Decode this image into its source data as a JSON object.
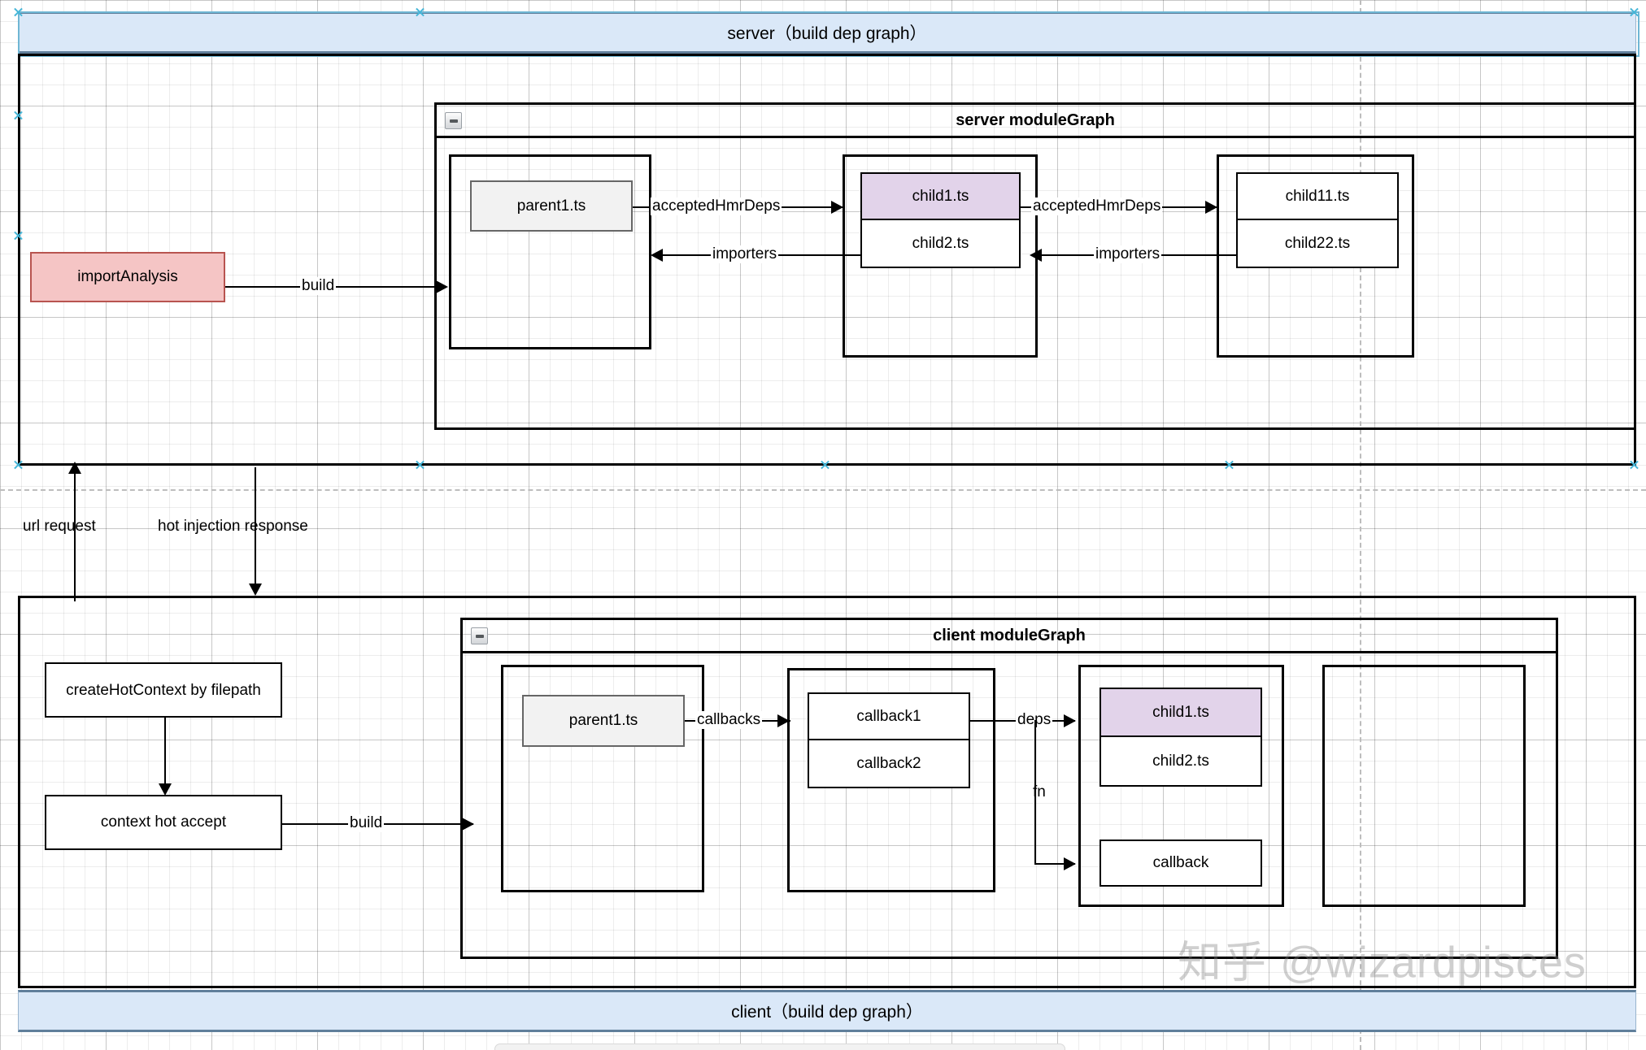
{
  "diagram": {
    "title_bands": {
      "server": "server（build dep graph）",
      "client": "client（build dep graph）"
    },
    "containers": {
      "server_module_graph": "server moduleGraph",
      "client_module_graph": "client moduleGraph"
    },
    "server_section": {
      "import_analysis": "importAnalysis",
      "build_label": "build",
      "parent_node": "parent1.ts",
      "accepted_hmr_deps_1": "acceptedHmrDeps",
      "importers_1": "importers",
      "child_stack_1": [
        "child1.ts",
        "child2.ts"
      ],
      "accepted_hmr_deps_2": "acceptedHmrDeps",
      "importers_2": "importers",
      "child_stack_2": [
        "child11.ts",
        "child22.ts"
      ]
    },
    "middle_labels": {
      "url_request": "url request",
      "hot_injection_response": "hot injection response"
    },
    "client_section": {
      "create_hot_context": "createHotContext by filepath",
      "context_hot_accept": "context hot accept",
      "build_label": "build",
      "parent_node": "parent1.ts",
      "callbacks_label": "callbacks",
      "callback_stack": [
        "callback1",
        "callback2"
      ],
      "deps_label": "deps",
      "fn_label": "fn",
      "child_stack": [
        "child1.ts",
        "child2.ts"
      ],
      "callback_node": "callback"
    },
    "icons": {
      "collapse": "minus-box-icon"
    },
    "watermark": "知乎 @wizardpisces",
    "colors": {
      "band_fill": "#dae8f8",
      "band_border": "#607f9b",
      "import_analysis_fill": "#f5c5c5",
      "import_analysis_border": "#b85450",
      "highlight_fill": "#e2d3ea",
      "highlight_border": "#9b7fae",
      "shaded_fill": "#f2f2f2",
      "line": "#000000",
      "handle": "#45b6d8"
    }
  }
}
